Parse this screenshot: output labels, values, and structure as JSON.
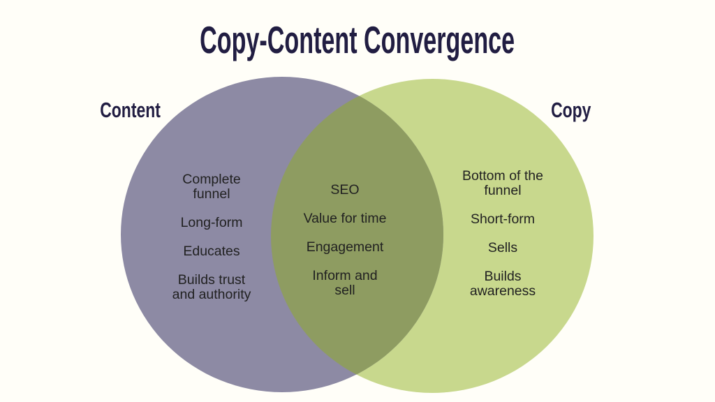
{
  "title": "Copy-Content Convergence",
  "colors": {
    "background": "#fffef8",
    "heading_text": "#211d42",
    "body_text": "#212121",
    "left_circle": "#8d8aa4",
    "right_circle": "#c8d88d",
    "overlap": "#8e9c61"
  },
  "venn": {
    "left": {
      "label": "Content",
      "items": [
        "Complete\nfunnel",
        "Long-form",
        "Educates",
        "Builds trust\nand authority"
      ]
    },
    "overlap": {
      "items": [
        "SEO",
        "Value for time",
        "Engagement",
        "Inform and\nsell"
      ]
    },
    "right": {
      "label": "Copy",
      "items": [
        "Bottom of the\nfunnel",
        "Short-form",
        "Sells",
        "Builds\nawareness"
      ]
    }
  }
}
